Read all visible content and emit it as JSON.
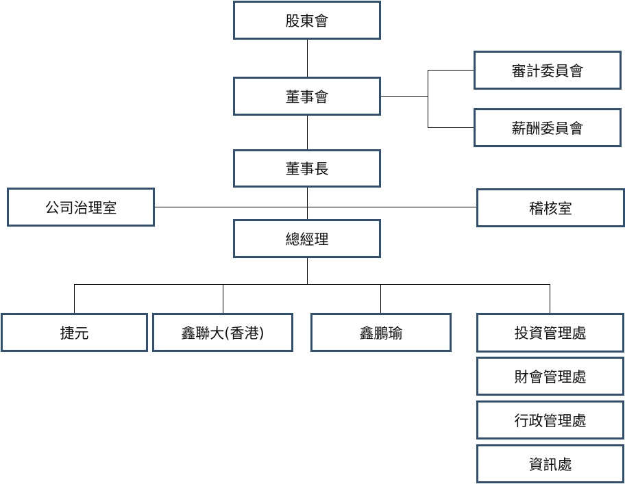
{
  "org_chart": {
    "shareholders_meeting": "股東會",
    "board_of_directors": "董事會",
    "audit_committee": "審計委員會",
    "compensation_committee": "薪酬委員會",
    "chairman": "董事長",
    "corporate_governance_office": "公司治理室",
    "audit_office": "稽核室",
    "general_manager": "總經理",
    "subsidiaries": [
      "捷元",
      "鑫聯大(香港)",
      "鑫鵬瑜"
    ],
    "departments": [
      "投資管理處",
      "財會管理處",
      "行政管理處",
      "資訊處"
    ]
  },
  "colors": {
    "box_border": "#2f4f73",
    "connector": "#000000"
  }
}
